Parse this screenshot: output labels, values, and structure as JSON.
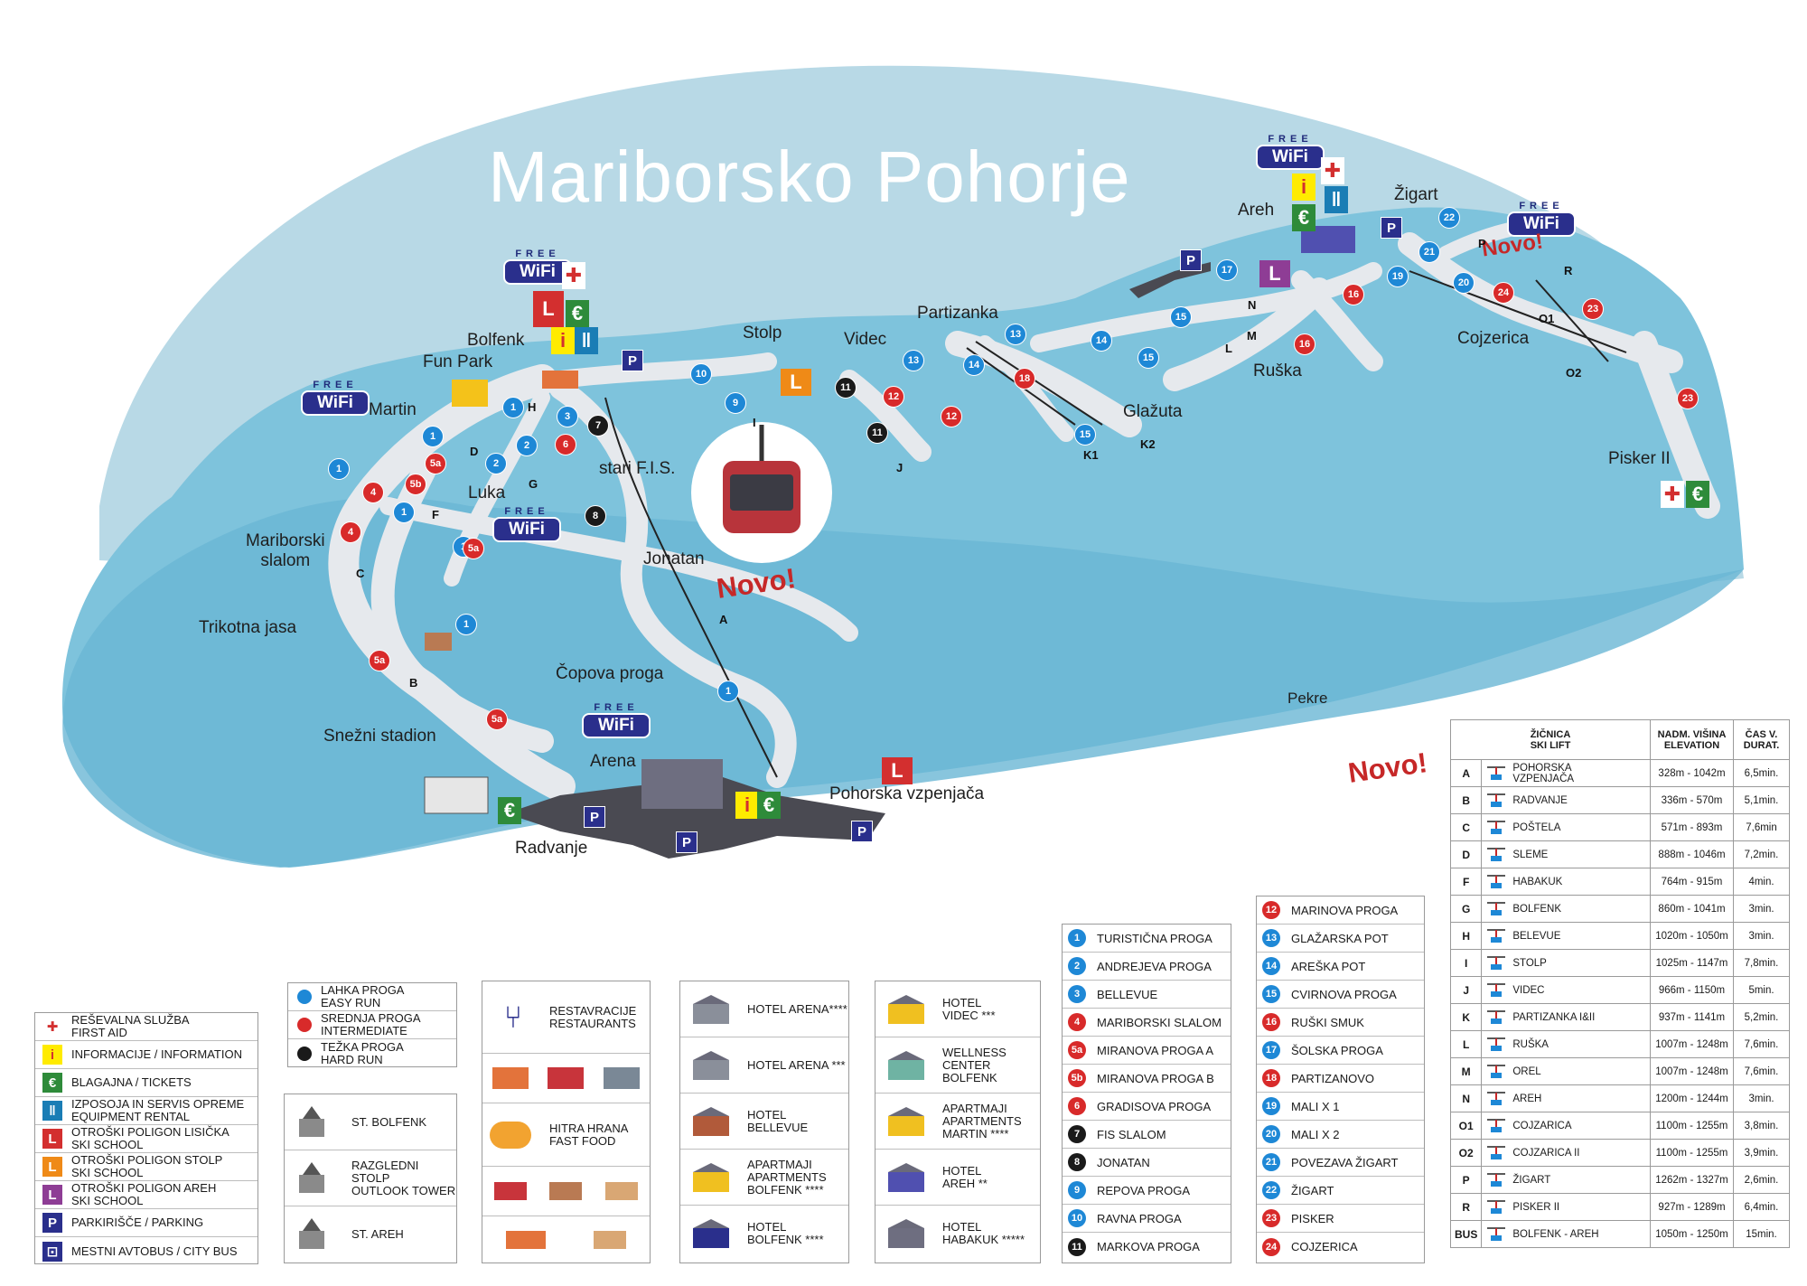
{
  "map": {
    "title": "Mariborsko Pohorje",
    "novo": "Novo!",
    "wifi": {
      "free": "FREE",
      "label": "WiFi"
    },
    "places": [
      {
        "name": "Bolfenk"
      },
      {
        "name": "Fun Park"
      },
      {
        "name": "Martin"
      },
      {
        "name": "Luka"
      },
      {
        "name": "Mariborski\nslalom"
      },
      {
        "name": "Trikotna jasa"
      },
      {
        "name": "Snežni stadion"
      },
      {
        "name": "Arena"
      },
      {
        "name": "Radvanje"
      },
      {
        "name": "Čopova proga"
      },
      {
        "name": "Jonatan"
      },
      {
        "name": "stari F.I.S."
      },
      {
        "name": "Stolp"
      },
      {
        "name": "Videc"
      },
      {
        "name": "Partizanka"
      },
      {
        "name": "Glažuta"
      },
      {
        "name": "Ruška"
      },
      {
        "name": "Areh"
      },
      {
        "name": "Žigart"
      },
      {
        "name": "Cojzerica"
      },
      {
        "name": "Pisker II"
      },
      {
        "name": "Pekre"
      },
      {
        "name": "Pohorska vzpenjača"
      }
    ],
    "run_markers": [
      {
        "n": "1",
        "c": "blue"
      },
      {
        "n": "1",
        "c": "blue"
      },
      {
        "n": "1",
        "c": "blue"
      },
      {
        "n": "1",
        "c": "blue"
      },
      {
        "n": "1",
        "c": "blue"
      },
      {
        "n": "1",
        "c": "blue"
      },
      {
        "n": "1",
        "c": "blue"
      },
      {
        "n": "2",
        "c": "blue"
      },
      {
        "n": "2",
        "c": "blue"
      },
      {
        "n": "3",
        "c": "blue"
      },
      {
        "n": "4",
        "c": "red"
      },
      {
        "n": "4",
        "c": "red"
      },
      {
        "n": "5a",
        "c": "red"
      },
      {
        "n": "5a",
        "c": "red"
      },
      {
        "n": "5a",
        "c": "red"
      },
      {
        "n": "5a",
        "c": "red"
      },
      {
        "n": "5b",
        "c": "red"
      },
      {
        "n": "6",
        "c": "red"
      },
      {
        "n": "7",
        "c": "black"
      },
      {
        "n": "8",
        "c": "black"
      },
      {
        "n": "9",
        "c": "blue"
      },
      {
        "n": "10",
        "c": "blue"
      },
      {
        "n": "11",
        "c": "black"
      },
      {
        "n": "11",
        "c": "black"
      },
      {
        "n": "12",
        "c": "red"
      },
      {
        "n": "12",
        "c": "red"
      },
      {
        "n": "13",
        "c": "blue"
      },
      {
        "n": "13",
        "c": "blue"
      },
      {
        "n": "14",
        "c": "blue"
      },
      {
        "n": "14",
        "c": "blue"
      },
      {
        "n": "15",
        "c": "blue"
      },
      {
        "n": "15",
        "c": "blue"
      },
      {
        "n": "15",
        "c": "blue"
      },
      {
        "n": "16",
        "c": "red"
      },
      {
        "n": "16",
        "c": "red"
      },
      {
        "n": "17",
        "c": "blue"
      },
      {
        "n": "18",
        "c": "red"
      },
      {
        "n": "19",
        "c": "blue"
      },
      {
        "n": "20",
        "c": "blue"
      },
      {
        "n": "21",
        "c": "blue"
      },
      {
        "n": "22",
        "c": "blue"
      },
      {
        "n": "23",
        "c": "red"
      },
      {
        "n": "23",
        "c": "red"
      },
      {
        "n": "24",
        "c": "red"
      }
    ],
    "lift_letters": [
      "A",
      "B",
      "C",
      "D",
      "F",
      "G",
      "H",
      "I",
      "J",
      "K1",
      "K2",
      "L",
      "M",
      "N",
      "O1",
      "O2",
      "P",
      "R"
    ]
  },
  "legend_services": [
    {
      "icon": "first-aid-icon",
      "color": "#ffffff",
      "fg": "#d32f2f",
      "sym": "✚",
      "text": "REŠEVALNA SLUŽBA\nFIRST AID"
    },
    {
      "icon": "info-icon",
      "color": "#ffeb00",
      "fg": "#d32f2f",
      "sym": "i",
      "text": "INFORMACIJE / INFORMATION"
    },
    {
      "icon": "euro-icon",
      "color": "#2e8b3a",
      "fg": "#ffffff",
      "sym": "€",
      "text": "BLAGAJNA / TICKETS"
    },
    {
      "icon": "ski-rental-icon",
      "color": "#1a7db5",
      "fg": "#ffffff",
      "sym": "‖",
      "text": "IZPOSOJA IN SERVIS OPREME\nEQUIPMENT RENTAL"
    },
    {
      "icon": "ski-school-red-icon",
      "color": "#d32f2f",
      "fg": "#ffffff",
      "sym": "L",
      "text": "OTROŠKI POLIGON LISIČKA\nSKI SCHOOL"
    },
    {
      "icon": "ski-school-orange-icon",
      "color": "#ef8a17",
      "fg": "#ffffff",
      "sym": "L",
      "text": "OTROŠKI POLIGON STOLP\nSKI SCHOOL"
    },
    {
      "icon": "ski-school-purple-icon",
      "color": "#8e3d95",
      "fg": "#ffffff",
      "sym": "L",
      "text": "OTROŠKI POLIGON AREH\nSKI SCHOOL"
    },
    {
      "icon": "parking-icon",
      "color": "#2a2f8c",
      "fg": "#ffffff",
      "sym": "P",
      "text": "PARKIRIŠČE / PARKING"
    },
    {
      "icon": "bus-icon",
      "color": "#2a2f8c",
      "fg": "#ffffff",
      "sym": "⊡",
      "text": "MESTNI AVTOBUS / CITY BUS"
    }
  ],
  "legend_difficulty": [
    {
      "color": "#1e88d6",
      "text": "LAHKA PROGA\nEASY RUN"
    },
    {
      "color": "#d82a2a",
      "text": "SREDNJA PROGA\nINTERMEDIATE"
    },
    {
      "color": "#1a1a1a",
      "text": "TEŽKA PROGA\nHARD RUN"
    }
  ],
  "legend_landmarks": [
    {
      "icon": "church-icon",
      "text": "ST. BOLFENK"
    },
    {
      "icon": "tower-icon",
      "text": "RAZGLEDNI STOLP\nOUTLOOK TOWER"
    },
    {
      "icon": "chapel-icon",
      "text": "ST. AREH"
    }
  ],
  "legend_food": [
    {
      "icon": "restaurant-icon",
      "text": "RESTAVRACIJE\nRESTAURANTS"
    },
    {
      "icon": "fast-food-icon",
      "text": "HITRA HRANA\nFAST FOOD"
    }
  ],
  "legend_hotels_a": [
    {
      "icon": "hotel-arena-icon",
      "text": "HOTEL ARENA****"
    },
    {
      "icon": "hotel-arena-3-icon",
      "text": "HOTEL ARENA ***"
    },
    {
      "icon": "hotel-bellevue-icon",
      "text": "HOTEL\nBELLEVUE"
    },
    {
      "icon": "apartments-bolfenk-icon",
      "text": "APARTMAJI\nAPARTMENTS\nBOLFENK ****"
    },
    {
      "icon": "hotel-bolfenk-icon",
      "text": "HOTEL\nBOLFENK ****"
    }
  ],
  "legend_hotels_b": [
    {
      "icon": "hotel-videc-icon",
      "text": "HOTEL\nVIDEC ***"
    },
    {
      "icon": "wellness-icon",
      "text": "WELLNESS\nCENTER\nBOLFENK"
    },
    {
      "icon": "apartments-martin-icon",
      "text": "APARTMAJI\nAPARTMENTS\nMARTIN ****"
    },
    {
      "icon": "hotel-areh-icon",
      "text": "HOTEL\nAREH **"
    },
    {
      "icon": "hotel-habakuk-icon",
      "text": "HOTEL\nHABAKUK *****"
    }
  ],
  "runs_left": [
    {
      "n": "1",
      "c": "#1e88d6",
      "name": "TURISTIČNA PROGA"
    },
    {
      "n": "2",
      "c": "#1e88d6",
      "name": "ANDREJEVA PROGA"
    },
    {
      "n": "3",
      "c": "#1e88d6",
      "name": "BELLEVUE"
    },
    {
      "n": "4",
      "c": "#d82a2a",
      "name": "MARIBORSKI SLALOM"
    },
    {
      "n": "5a",
      "c": "#d82a2a",
      "name": "MIRANOVA PROGA  A"
    },
    {
      "n": "5b",
      "c": "#d82a2a",
      "name": "MIRANOVA PROGA  B"
    },
    {
      "n": "6",
      "c": "#d82a2a",
      "name": "GRADISOVA PROGA"
    },
    {
      "n": "7",
      "c": "#1a1a1a",
      "name": "FIS SLALOM"
    },
    {
      "n": "8",
      "c": "#1a1a1a",
      "name": "JONATAN"
    },
    {
      "n": "9",
      "c": "#1e88d6",
      "name": "REPOVA PROGA"
    },
    {
      "n": "10",
      "c": "#1e88d6",
      "name": "RAVNA PROGA"
    },
    {
      "n": "11",
      "c": "#1a1a1a",
      "name": "MARKOVA PROGA"
    }
  ],
  "runs_right": [
    {
      "n": "12",
      "c": "#d82a2a",
      "name": "MARINOVA PROGA"
    },
    {
      "n": "13",
      "c": "#1e88d6",
      "name": "GLAŽARSKA POT"
    },
    {
      "n": "14",
      "c": "#1e88d6",
      "name": "AREŠKA POT"
    },
    {
      "n": "15",
      "c": "#1e88d6",
      "name": "CVIRNOVA PROGA"
    },
    {
      "n": "16",
      "c": "#d82a2a",
      "name": "RUŠKI SMUK"
    },
    {
      "n": "17",
      "c": "#1e88d6",
      "name": "ŠOLSKA PROGA"
    },
    {
      "n": "18",
      "c": "#d82a2a",
      "name": "PARTIZANOVO"
    },
    {
      "n": "19",
      "c": "#1e88d6",
      "name": "MALI X 1"
    },
    {
      "n": "20",
      "c": "#1e88d6",
      "name": "MALI X 2"
    },
    {
      "n": "21",
      "c": "#1e88d6",
      "name": "POVEZAVA ŽIGART"
    },
    {
      "n": "22",
      "c": "#1e88d6",
      "name": "ŽIGART"
    },
    {
      "n": "23",
      "c": "#d82a2a",
      "name": "PISKER"
    },
    {
      "n": "24",
      "c": "#d82a2a",
      "name": "COJZERICA"
    }
  ],
  "lift_table": {
    "headers": [
      "ŽIČNICA\nSKI LIFT",
      "NADM. VIŠINA\nELEVATION",
      "ČAS V.\nDURAT."
    ],
    "rows": [
      {
        "code": "A",
        "icon": "gondola-icon",
        "name": "POHORSKA\nVZPENJAČA",
        "elev": "328m - 1042m",
        "dur": "6,5min."
      },
      {
        "code": "B",
        "icon": "chairlift-icon",
        "name": "RADVANJE",
        "elev": "336m - 570m",
        "dur": "5,1min."
      },
      {
        "code": "C",
        "icon": "chairlift-6-icon",
        "name": "POŠTELA",
        "elev": "571m - 893m",
        "dur": "7,6min"
      },
      {
        "code": "D",
        "icon": "chairlift-icon",
        "name": "SLEME",
        "elev": "888m - 1046m",
        "dur": "7,2min."
      },
      {
        "code": "F",
        "icon": "tbar-icon",
        "name": "HABAKUK",
        "elev": "764m - 915m",
        "dur": "4min."
      },
      {
        "code": "G",
        "icon": "tbar-icon",
        "name": "BOLFENK",
        "elev": "860m - 1041m",
        "dur": "3min."
      },
      {
        "code": "H",
        "icon": "button-lift-icon",
        "name": "BELEVUE",
        "elev": "1020m - 1050m",
        "dur": "3min."
      },
      {
        "code": "I",
        "icon": "chairlift-icon",
        "name": "STOLP",
        "elev": "1025m - 1147m",
        "dur": "7,8min."
      },
      {
        "code": "J",
        "icon": "tbar-icon",
        "name": "VIDEC",
        "elev": "966m - 1150m",
        "dur": "5min."
      },
      {
        "code": "K",
        "icon": "tbar-icon",
        "name": "PARTIZANKA I&II",
        "elev": "937m - 1141m",
        "dur": "5,2min."
      },
      {
        "code": "L",
        "icon": "tbar-icon",
        "name": "RUŠKA",
        "elev": "1007m - 1248m",
        "dur": "7,6min."
      },
      {
        "code": "M",
        "icon": "tbar-icon",
        "name": "OREL",
        "elev": "1007m - 1248m",
        "dur": "7,6min."
      },
      {
        "code": "N",
        "icon": "button-lift-icon",
        "name": "AREH",
        "elev": "1200m - 1244m",
        "dur": "3min."
      },
      {
        "code": "O1",
        "icon": "button-lift-icon",
        "name": "COJZARICA",
        "elev": "1100m - 1255m",
        "dur": "3,8min."
      },
      {
        "code": "O2",
        "icon": "button-lift-icon",
        "name": "COJZARICA II",
        "elev": "1100m - 1255m",
        "dur": "3,9min."
      },
      {
        "code": "P",
        "icon": "button-lift-icon",
        "name": "ŽIGART",
        "elev": "1262m - 1327m",
        "dur": "2,6min."
      },
      {
        "code": "R",
        "icon": "chairlift-6-icon",
        "name": "PISKER II",
        "elev": "927m - 1289m",
        "dur": "6,4min."
      },
      {
        "code": "BUS",
        "icon": "bus-icon",
        "name": "BOLFENK - AREH",
        "elev": "1050m - 1250m",
        "dur": "15min."
      }
    ]
  }
}
